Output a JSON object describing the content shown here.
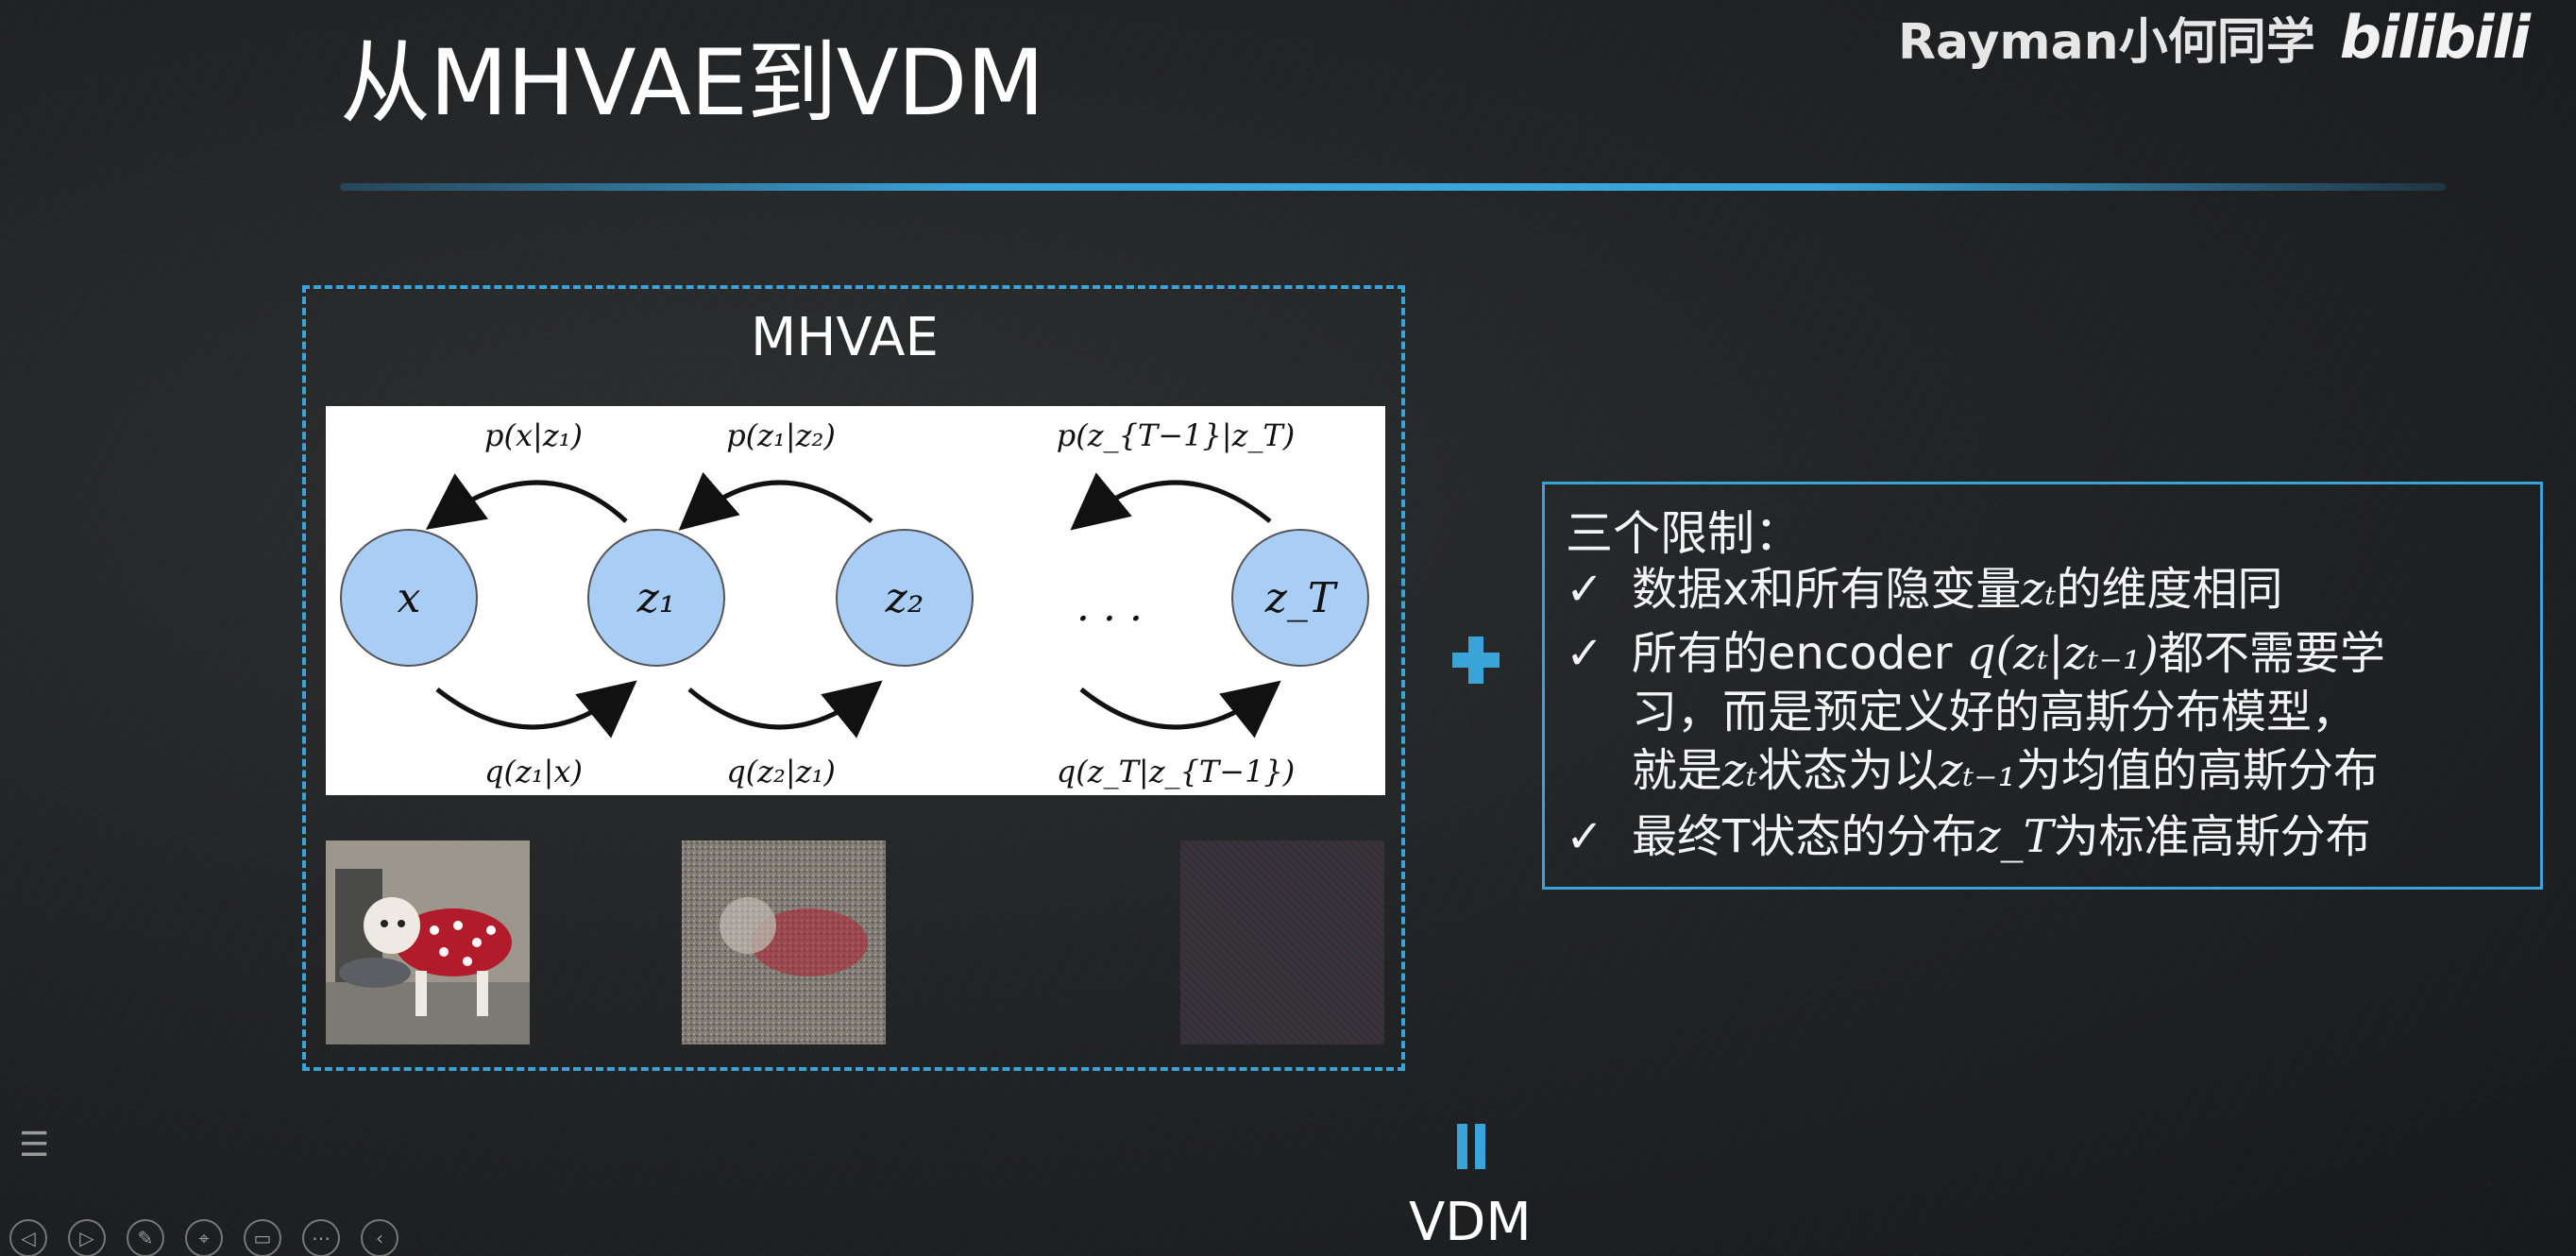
{
  "slide": {
    "title": "从MHVAE到VDM",
    "watermark_text": "Rayman小何同学",
    "watermark_logo": "bilibili",
    "accent_color": "#3aa3d8"
  },
  "mhvae": {
    "label": "MHVAE",
    "nodes": [
      "x",
      "z₁",
      "z₂",
      "z_T"
    ],
    "ellipsis": "· · ·",
    "decoder_labels": [
      "p(x|z₁)",
      "p(z₁|z₂)",
      "p(z_{T−1}|z_T)"
    ],
    "encoder_labels": [
      "q(z₁|x)",
      "q(z₂|z₁)",
      "q(z_T|z_{T−1})"
    ],
    "node_color": "#a9cdf4",
    "thumbnails": [
      "clean-dog-photo",
      "noisy-dog-photo",
      "pure-noise"
    ]
  },
  "constraints": {
    "heading": "三个限制：",
    "check_symbol": "✓",
    "b1_pre": "数据x和所有隐变量",
    "b1_math": "zₜ",
    "b1_post": "的维度相同",
    "b2_pre": "所有的encoder ",
    "b2_math": "q(zₜ|zₜ₋₁)",
    "b2_post": "都不需要学",
    "b2_line2": "习，而是预定义好的高斯分布模型，",
    "b2_line3_pre": "就是",
    "b2_line3_math1": "zₜ",
    "b2_line3_mid": "状态为以",
    "b2_line3_math2": "zₜ₋₁",
    "b2_line3_post": "为均值的高斯分布",
    "b3_pre": "最终T状态的分布",
    "b3_math": "z_T",
    "b3_post": "为标准高斯分布"
  },
  "result": {
    "label": "VDM"
  },
  "toolbar": {
    "list_icon": "☰",
    "buttons": [
      "◁",
      "▷",
      "✎",
      "⌖",
      "▭",
      "⋯",
      "‹"
    ]
  }
}
